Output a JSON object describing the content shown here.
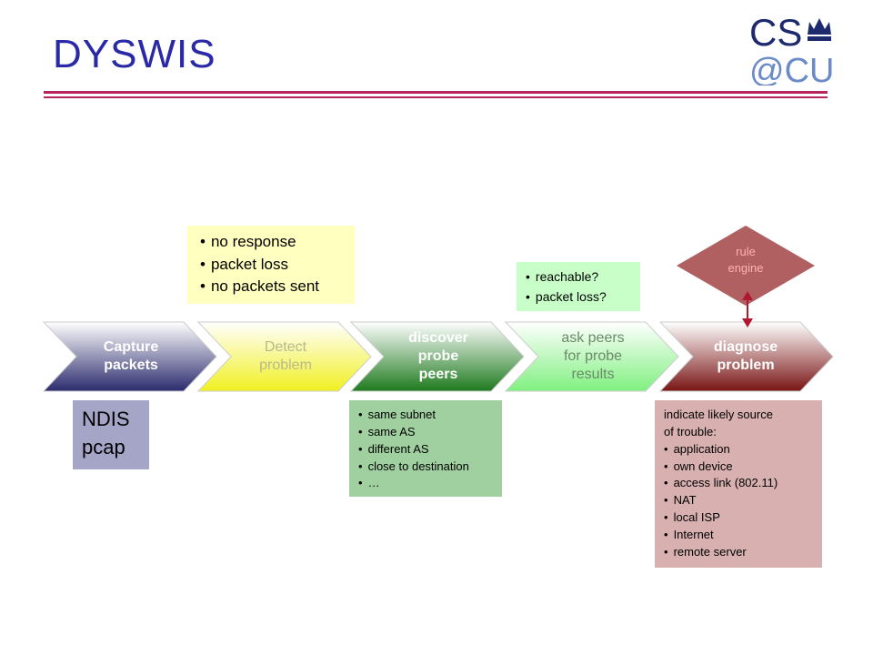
{
  "title": "DYSWIS",
  "logo": {
    "line1": "CS",
    "line2": "@CU"
  },
  "chevrons": [
    {
      "lines": [
        "Capture",
        "packets"
      ],
      "fill": "#2a2a6e",
      "text": "#ffffff"
    },
    {
      "lines": [
        "Detect",
        "problem"
      ],
      "fill": "#f0f020",
      "text": "#c0c0a0"
    },
    {
      "lines": [
        "discover",
        "probe",
        "peers"
      ],
      "fill": "#1e7a1e",
      "text": "#ffffff"
    },
    {
      "lines": [
        "ask peers",
        "for probe",
        "results"
      ],
      "fill": "#90f090",
      "text": "#6a8a6a"
    },
    {
      "lines": [
        "diagnose",
        "problem"
      ],
      "fill": "#7a1414",
      "text": "#ffffff"
    }
  ],
  "detect_notes": [
    "no response",
    "packet loss",
    "no packets sent"
  ],
  "ask_notes": [
    "reachable?",
    "packet loss?"
  ],
  "rule_engine": {
    "line1": "rule",
    "line2": "engine"
  },
  "capture_notes": {
    "line1": "NDIS",
    "line2": "pcap"
  },
  "peer_notes": [
    "same subnet",
    "same AS",
    "different AS",
    "close to destination",
    "…"
  ],
  "diagnose_notes": {
    "intro1": "indicate likely source",
    "intro2": "of trouble:",
    "items": [
      "application",
      "own device",
      "access link (802.11)",
      "NAT",
      "local ISP",
      "Internet",
      "remote server"
    ]
  },
  "colors": {
    "title": "#2a2aa8",
    "rule": "#b5265a",
    "diamond": "#b06060",
    "arrow": "#b01830"
  }
}
